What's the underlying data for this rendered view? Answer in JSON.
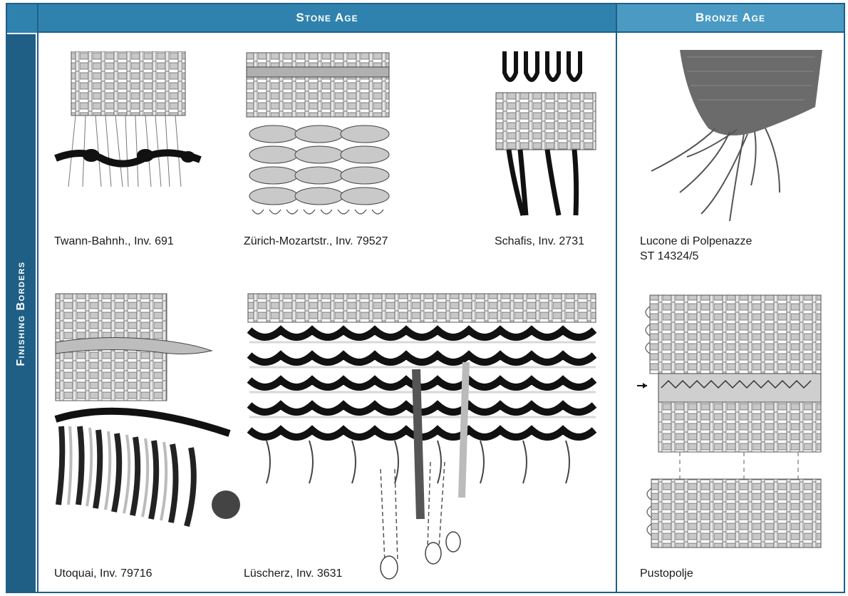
{
  "headers": {
    "stone_age": "Stone Age",
    "bronze_age": "Bronze Age",
    "side_label": "Finishing Borders"
  },
  "captions": {
    "twann": "Twann-Bahnh., Inv. 691",
    "zurich": "Zürich-Mozartstr., Inv. 79527",
    "schafis": "Schafis, Inv. 2731",
    "lucone_line1": "Lucone di Polpenazze",
    "lucone_line2": "ST 14324/5",
    "utoquai": "Utoquai, Inv. 79716",
    "luscherz": "Lüscherz, Inv. 3631",
    "pustopolje": "Pustopolje"
  },
  "colors": {
    "header_bg": "#2f82ad",
    "side_bg": "#1f5f86",
    "border": "#1f5f86"
  }
}
